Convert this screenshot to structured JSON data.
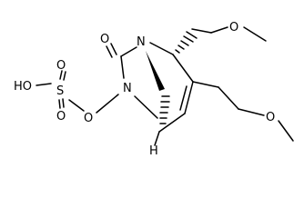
{
  "structure": {
    "atom_labels": {
      "n_bridge": "N",
      "n_amide": "N",
      "o_carbonyl": "O",
      "o_nitrogen": "O",
      "s_sulfur": "S",
      "o_sulfonyl_top": "O",
      "o_sulfonyl_bottom": "O",
      "ho_hydroxyl": "HO",
      "o_methoxy_top": "O",
      "o_methoxy_bottom": "O",
      "h_stereo": "H"
    }
  }
}
